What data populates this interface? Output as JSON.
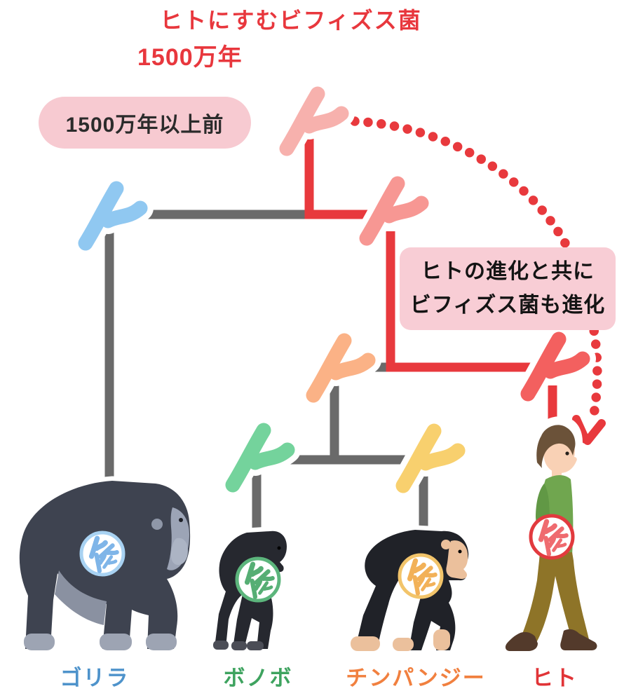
{
  "title": "ヒトにすむビフィズス菌",
  "subtitle": "1500万年",
  "bubble": "1500万年以上前",
  "infobox": {
    "line1": "ヒトの進化と共に",
    "line2": "ビフィズス菌も進化"
  },
  "labels": {
    "gorilla": "ゴリラ",
    "bonobo": "ボノボ",
    "chimpanzee": "チンパンジー",
    "human": "ヒト"
  },
  "palette": {
    "red_line": "#E8393D",
    "gray_line": "#6A6A6A",
    "title_red": "#E8373D",
    "bubble_bg": "#F7CAD1",
    "infobox_bg": "#F8CDD5",
    "bact_root": "#F7B1AD",
    "bact_ancestor_pink": "#F79793",
    "bact_ancestor_orange": "#FBB286",
    "bact_gorilla": "#90C8F1",
    "bact_bonobo": "#74D39C",
    "bact_chimp": "#F8D06E",
    "bact_human": "#F3605F",
    "label_gorilla": "#4E93CB",
    "label_bonobo": "#3EA35F",
    "label_chimp": "#F1803F",
    "label_human": "#E13437",
    "badge_gorilla": "#A8D2F2",
    "badge_bonobo": "#5CB57C",
    "badge_chimp": "#F2C46A",
    "badge_human": "#E23A3E",
    "mini_gorilla": "#7FB5E8",
    "mini_bonobo": "#56AE74",
    "mini_chimp": "#F2B158",
    "mini_human": "#EF6B6F",
    "gorilla_body": "#3E4350",
    "gorilla_face": "#9CA4B6",
    "bonobo_body": "#26282F",
    "chimp_body": "#202228",
    "chimp_skin": "#EBC09C",
    "human_shirt": "#70A64F",
    "human_arm": "#619845",
    "human_pants": "#8E7428",
    "human_skin": "#F9D1B5",
    "human_hair": "#6B5239",
    "human_shoes": "#533A2B"
  }
}
